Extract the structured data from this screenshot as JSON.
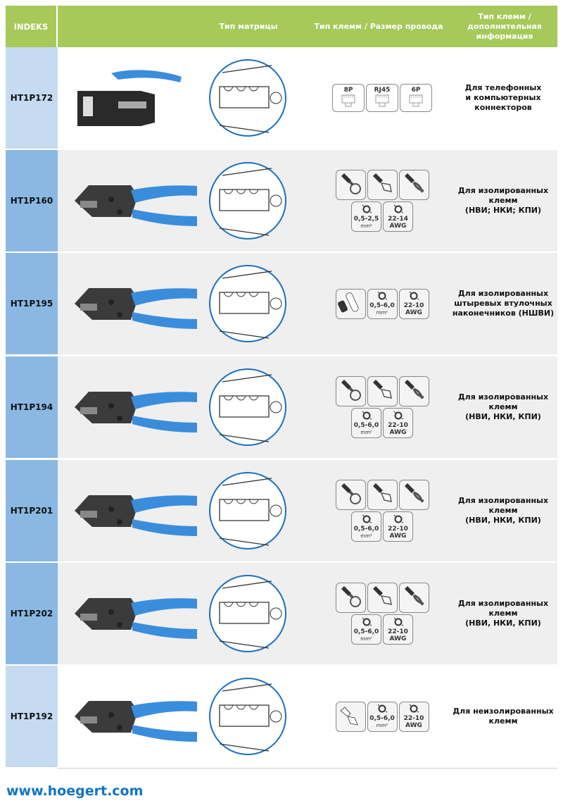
{
  "header": {
    "index": "INDEKS",
    "die_type": "Тип матрицы",
    "terminal_type": "Тип клемм / Размер провода",
    "info": "Тип клемм /\nдополнительная\nинформация"
  },
  "colors": {
    "header": "#a6c95a",
    "index_light": "#c6dbf1",
    "index_dark": "#8bb8e3",
    "die_circle": "#1a6fc0",
    "handle": "#3a8ddb",
    "link": "#1075c4"
  },
  "rows": [
    {
      "index": "HT1P172",
      "terminals": [
        {
          "label": "8P",
          "icon": "connector-icon"
        },
        {
          "label": "RJ45",
          "icon": "connector-icon"
        },
        {
          "label": "6P",
          "icon": "connector-icon"
        }
      ],
      "sizes": [],
      "info": "Для телефонных\nи компьютерных\nконнекторов"
    },
    {
      "index": "HT1P160",
      "terminals": [
        {
          "icon": "ring-terminal-icon"
        },
        {
          "icon": "flag-terminal-icon"
        },
        {
          "icon": "fork-terminal-icon"
        }
      ],
      "sizes": [
        {
          "value": "0,5-2,5",
          "unit": "mm²"
        },
        {
          "value": "22-14",
          "unit": "AWG"
        }
      ],
      "info": "Для изолированных\nклемм\n(НВИ; НКИ; КПИ)"
    },
    {
      "index": "HT1P195",
      "terminals": [
        {
          "icon": "ferrule-icon"
        }
      ],
      "sizes": [
        {
          "value": "0,5-6,0",
          "unit": "mm²"
        },
        {
          "value": "22-10",
          "unit": "AWG"
        }
      ],
      "inline": true,
      "info": "Для изолированных\nштыревых втулочных\nнаконечников (НШВИ)"
    },
    {
      "index": "HT1P194",
      "terminals": [
        {
          "icon": "ring-terminal-icon"
        },
        {
          "icon": "flag-terminal-icon"
        },
        {
          "icon": "fork-terminal-icon"
        }
      ],
      "sizes": [
        {
          "value": "0,5-6,0",
          "unit": "mm²"
        },
        {
          "value": "22-10",
          "unit": "AWG"
        }
      ],
      "info": "Для изолированных\nклемм\n(НВИ, НКИ, КПИ)"
    },
    {
      "index": "HT1P201",
      "terminals": [
        {
          "icon": "ring-terminal-icon"
        },
        {
          "icon": "flag-terminal-icon"
        },
        {
          "icon": "fork-terminal-icon"
        }
      ],
      "sizes": [
        {
          "value": "0,5-6,0",
          "unit": "mm²"
        },
        {
          "value": "22-10",
          "unit": "AWG"
        }
      ],
      "info": "Для изолированных\nклемм\n(НВИ, НКИ, КПИ)"
    },
    {
      "index": "HT1P202",
      "terminals": [
        {
          "icon": "ring-terminal-icon"
        },
        {
          "icon": "flag-terminal-icon"
        },
        {
          "icon": "fork-terminal-icon"
        }
      ],
      "sizes": [
        {
          "value": "0,5-6,0",
          "unit": "mm²"
        },
        {
          "value": "22-10",
          "unit": "AWG"
        }
      ],
      "info": "Для изолированных\nклемм\n(НВИ, НКИ, КПИ)"
    },
    {
      "index": "HT1P192",
      "terminals": [
        {
          "icon": "uninsulated-terminal-icon"
        }
      ],
      "sizes": [
        {
          "value": "0,5-6,0",
          "unit": "mm²"
        },
        {
          "value": "22-10",
          "unit": "AWG"
        }
      ],
      "inline": true,
      "info": "Для неизолированных\nклемм"
    }
  ],
  "footer": {
    "website": "www.hoegert.com"
  }
}
